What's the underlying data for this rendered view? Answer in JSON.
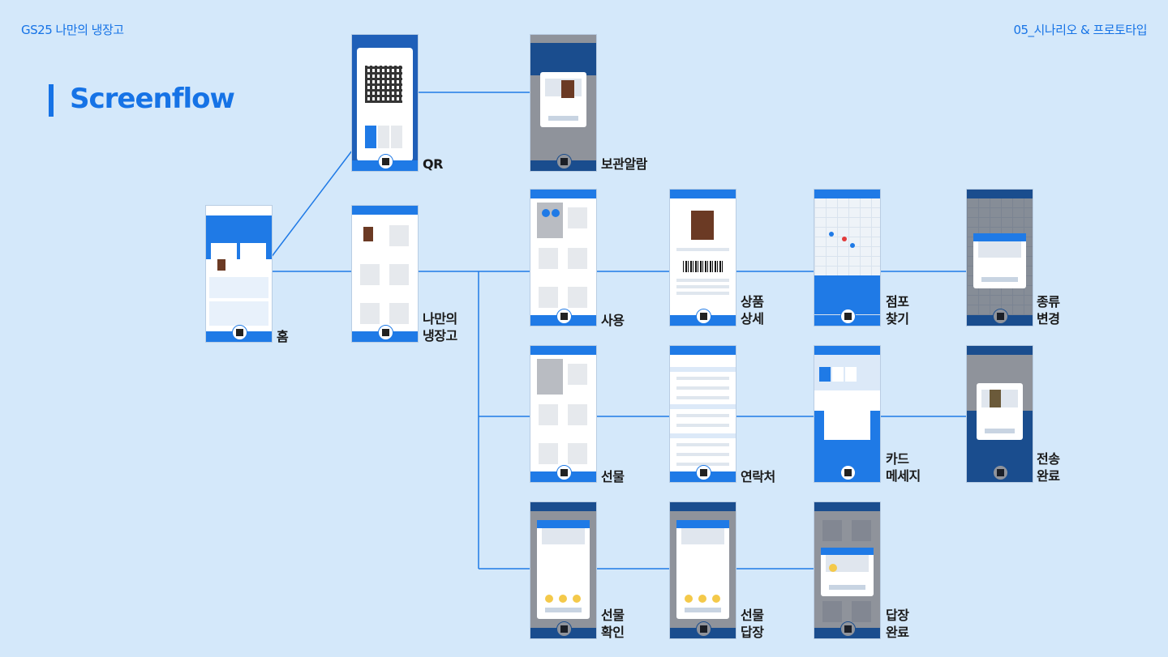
{
  "header": {
    "left": "GS25 나만의 냉장고",
    "right": "05_시나리오 & 프로토타입"
  },
  "title": "Screenflow",
  "screens": [
    {
      "id": "home",
      "label": "홈"
    },
    {
      "id": "qr",
      "label": "QR"
    },
    {
      "id": "storage-alarm",
      "label": "보관알람"
    },
    {
      "id": "my-fridge",
      "label": "나만의\n냉장고"
    },
    {
      "id": "use",
      "label": "사용"
    },
    {
      "id": "product-detail",
      "label": "상품\n상세"
    },
    {
      "id": "find-store",
      "label": "점포\n찾기"
    },
    {
      "id": "change-type",
      "label": "종류\n변경"
    },
    {
      "id": "gift",
      "label": "선물"
    },
    {
      "id": "contacts",
      "label": "연락처"
    },
    {
      "id": "card-message",
      "label": "카드\n메세지"
    },
    {
      "id": "send-complete",
      "label": "전송\n완료"
    },
    {
      "id": "gift-check",
      "label": "선물\n확인"
    },
    {
      "id": "gift-reply",
      "label": "선물\n답장"
    },
    {
      "id": "reply-complete",
      "label": "답장\n완료"
    }
  ],
  "colors": {
    "background": "#d4e8fa",
    "accent": "#1673e6",
    "line": "#1f7ae6"
  }
}
